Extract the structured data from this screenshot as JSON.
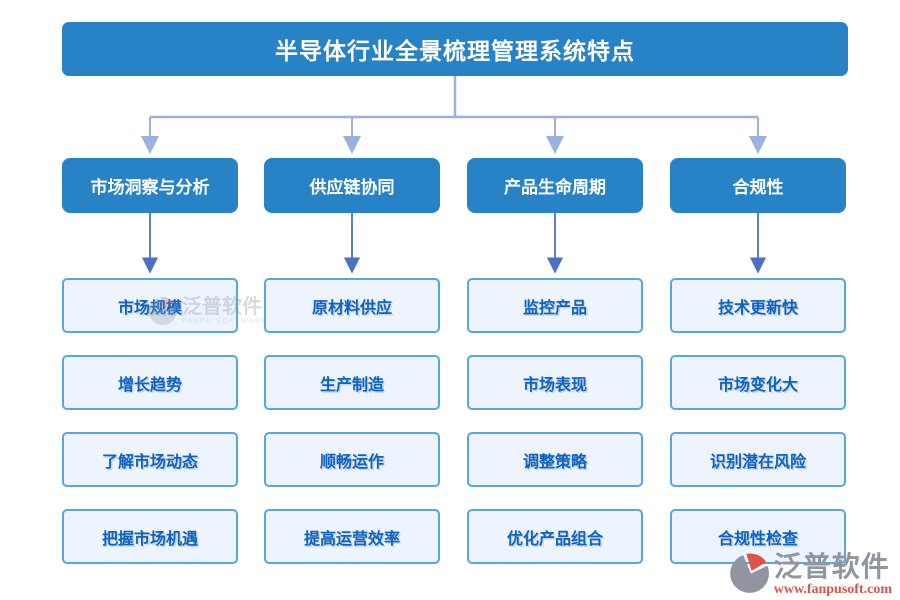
{
  "title": "半导体行业全景梳理管理系统特点",
  "columns": [
    {
      "category": "市场洞察与分析",
      "items": [
        "市场规模",
        "增长趋势",
        "了解市场动态",
        "把握市场机遇"
      ]
    },
    {
      "category": "供应链协同",
      "items": [
        "原材料供应",
        "生产制造",
        "顺畅运作",
        "提高运营效率"
      ]
    },
    {
      "category": "产品生命周期",
      "items": [
        "监控产品",
        "市场表现",
        "调整策略",
        "优化产品组合"
      ]
    },
    {
      "category": "合规性",
      "items": [
        "技术更新快",
        "市场变化大",
        "识别潜在风险",
        "合规性检查"
      ]
    }
  ],
  "watermark_center": {
    "brand": "泛普软件",
    "brand_sub": "FANPU SOFTWARE"
  },
  "watermark_corner": {
    "brand": "泛普软件",
    "url": "www.fanpusoft.com"
  },
  "colors": {
    "primary_blue": "#2882C6",
    "item_bg": "#EDF4FD",
    "item_border": "#57A5E3",
    "item_text": "#0C63C3",
    "tree_line": "#9BB0DE",
    "arrow_line": "#4C70C6",
    "watermark_grey": "#9095A0",
    "watermark_red": "#DE5349"
  }
}
